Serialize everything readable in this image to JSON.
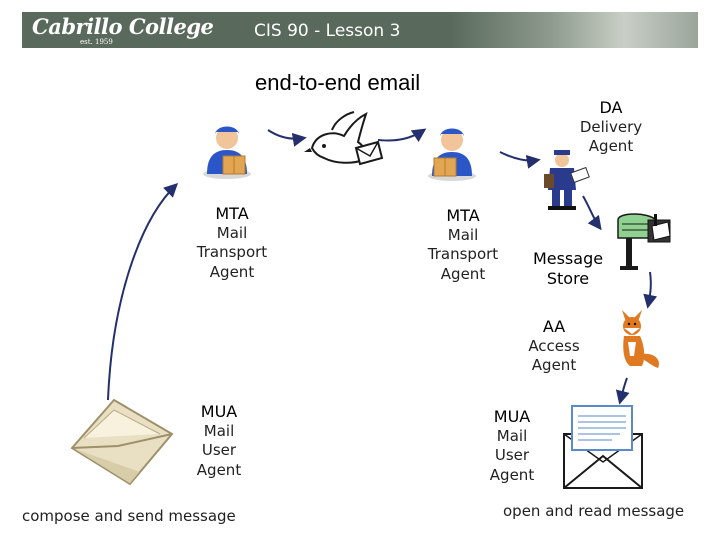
{
  "header": {
    "logo_text": "Cabrillo College",
    "logo_est": "est. 1959",
    "title": "CIS 90 - Lesson 3"
  },
  "main_title": "end-to-end email",
  "nodes": {
    "da": {
      "abbr": "DA",
      "lines": [
        "Delivery",
        "Agent"
      ]
    },
    "mta1": {
      "abbr": "MTA",
      "lines": [
        "Mail",
        "Transport",
        "Agent"
      ]
    },
    "mta2": {
      "abbr": "MTA",
      "lines": [
        "Mail",
        "Transport",
        "Agent"
      ]
    },
    "store": {
      "lines": [
        "Message",
        "Store"
      ]
    },
    "aa": {
      "abbr": "AA",
      "lines": [
        "Access",
        "Agent"
      ]
    },
    "mua1": {
      "abbr": "MUA",
      "lines": [
        "Mail",
        "User",
        "Agent"
      ]
    },
    "mua2": {
      "abbr": "MUA",
      "lines": [
        "Mail",
        "User",
        "Agent"
      ]
    }
  },
  "captions": {
    "compose": "compose and send message",
    "read": "open and read message"
  },
  "colors": {
    "header_bg": "#596a5c",
    "arrow": "#24306e",
    "mailbox_green": "#8fd28f",
    "fox_orange": "#e07a22"
  },
  "icons": [
    "envelope-icon",
    "mail-transport-agent-icon",
    "flying-bird-icon",
    "mail-carrier-icon",
    "mailbox-icon",
    "fox-icon",
    "letter-icon"
  ]
}
